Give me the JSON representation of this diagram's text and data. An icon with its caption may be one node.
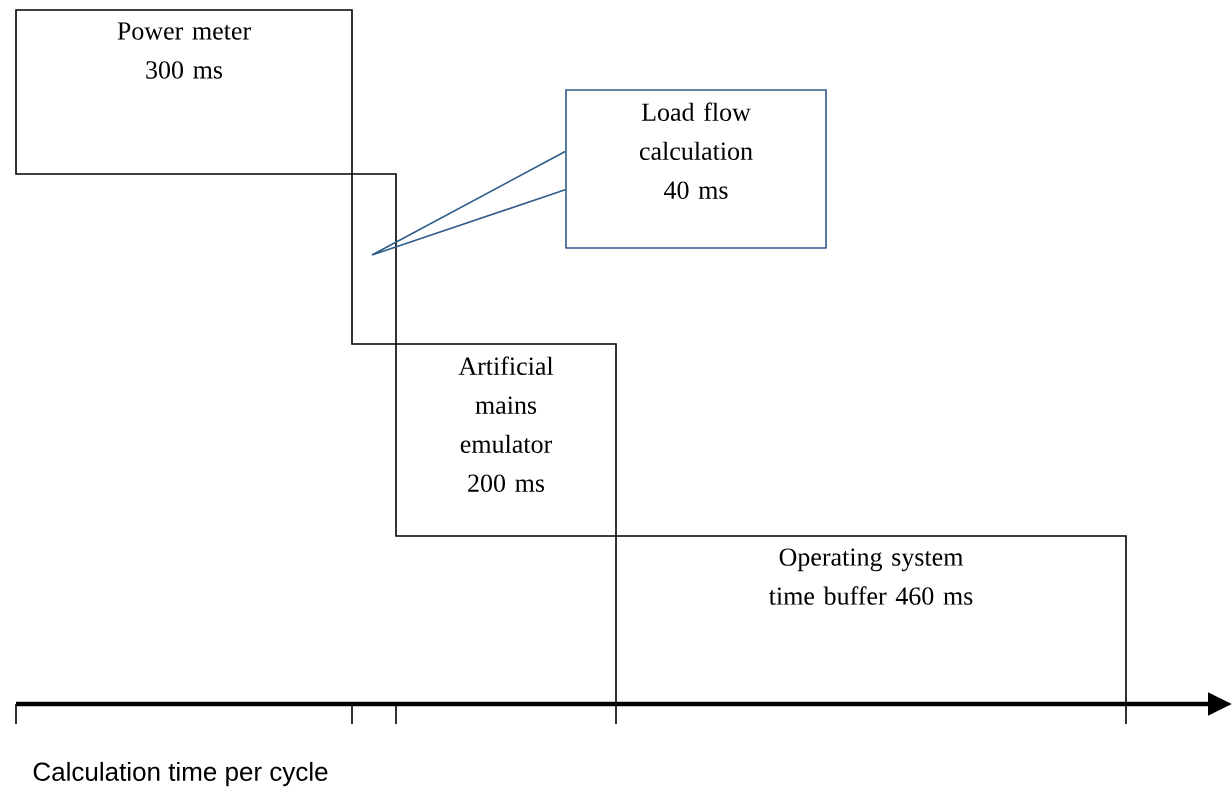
{
  "diagram": {
    "nodes": [
      {
        "text": [
          "Power meter 300 ms"
        ]
      },
      {
        "text": [],
        "shape": "box"
      },
      {
        "text": [
          "Load flow calculation 40 ms"
        ]
      },
      {
        "text": [
          "Artificial mains emulator 200 ms"
        ]
      },
      {
        "text": [
          "Operating system time buffer 460 ms"
        ]
      }
    ],
    "edges": [
      {
        "from": 2,
        "to": 1,
        "arrow": "none",
        "color": "#2e5c8a"
      }
    ],
    "labels": [
      "Calculation time  per cycle"
    ]
  }
}
